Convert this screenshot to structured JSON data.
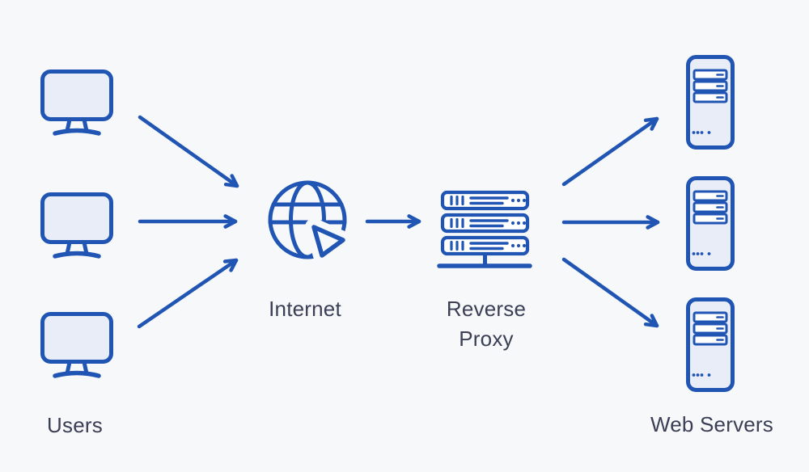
{
  "theme": {
    "bg": "#f7f8fa",
    "accent": "#2155b4",
    "icon-fill": "#e8edf8",
    "white": "#ffffff",
    "text": "#3a3f55"
  },
  "diagram": {
    "labels": {
      "users": "Users",
      "internet": "Internet",
      "reverse_proxy": "Reverse Proxy",
      "web_servers": "Web Servers"
    },
    "nodes": [
      {
        "id": "users",
        "label": "Users",
        "icon": "monitor-icon",
        "count": 3
      },
      {
        "id": "internet",
        "label": "Internet",
        "icon": "globe-pointer-icon",
        "count": 1
      },
      {
        "id": "reverse-proxy",
        "label": "Reverse Proxy",
        "icon": "server-rack-icon",
        "count": 1
      },
      {
        "id": "web-servers",
        "label": "Web Servers",
        "icon": "server-tower-icon",
        "count": 3
      }
    ],
    "edges": [
      {
        "from": "users",
        "to": "internet",
        "arrows": 3
      },
      {
        "from": "internet",
        "to": "reverse-proxy",
        "arrows": 1
      },
      {
        "from": "reverse-proxy",
        "to": "web-servers",
        "arrows": 3
      }
    ]
  }
}
